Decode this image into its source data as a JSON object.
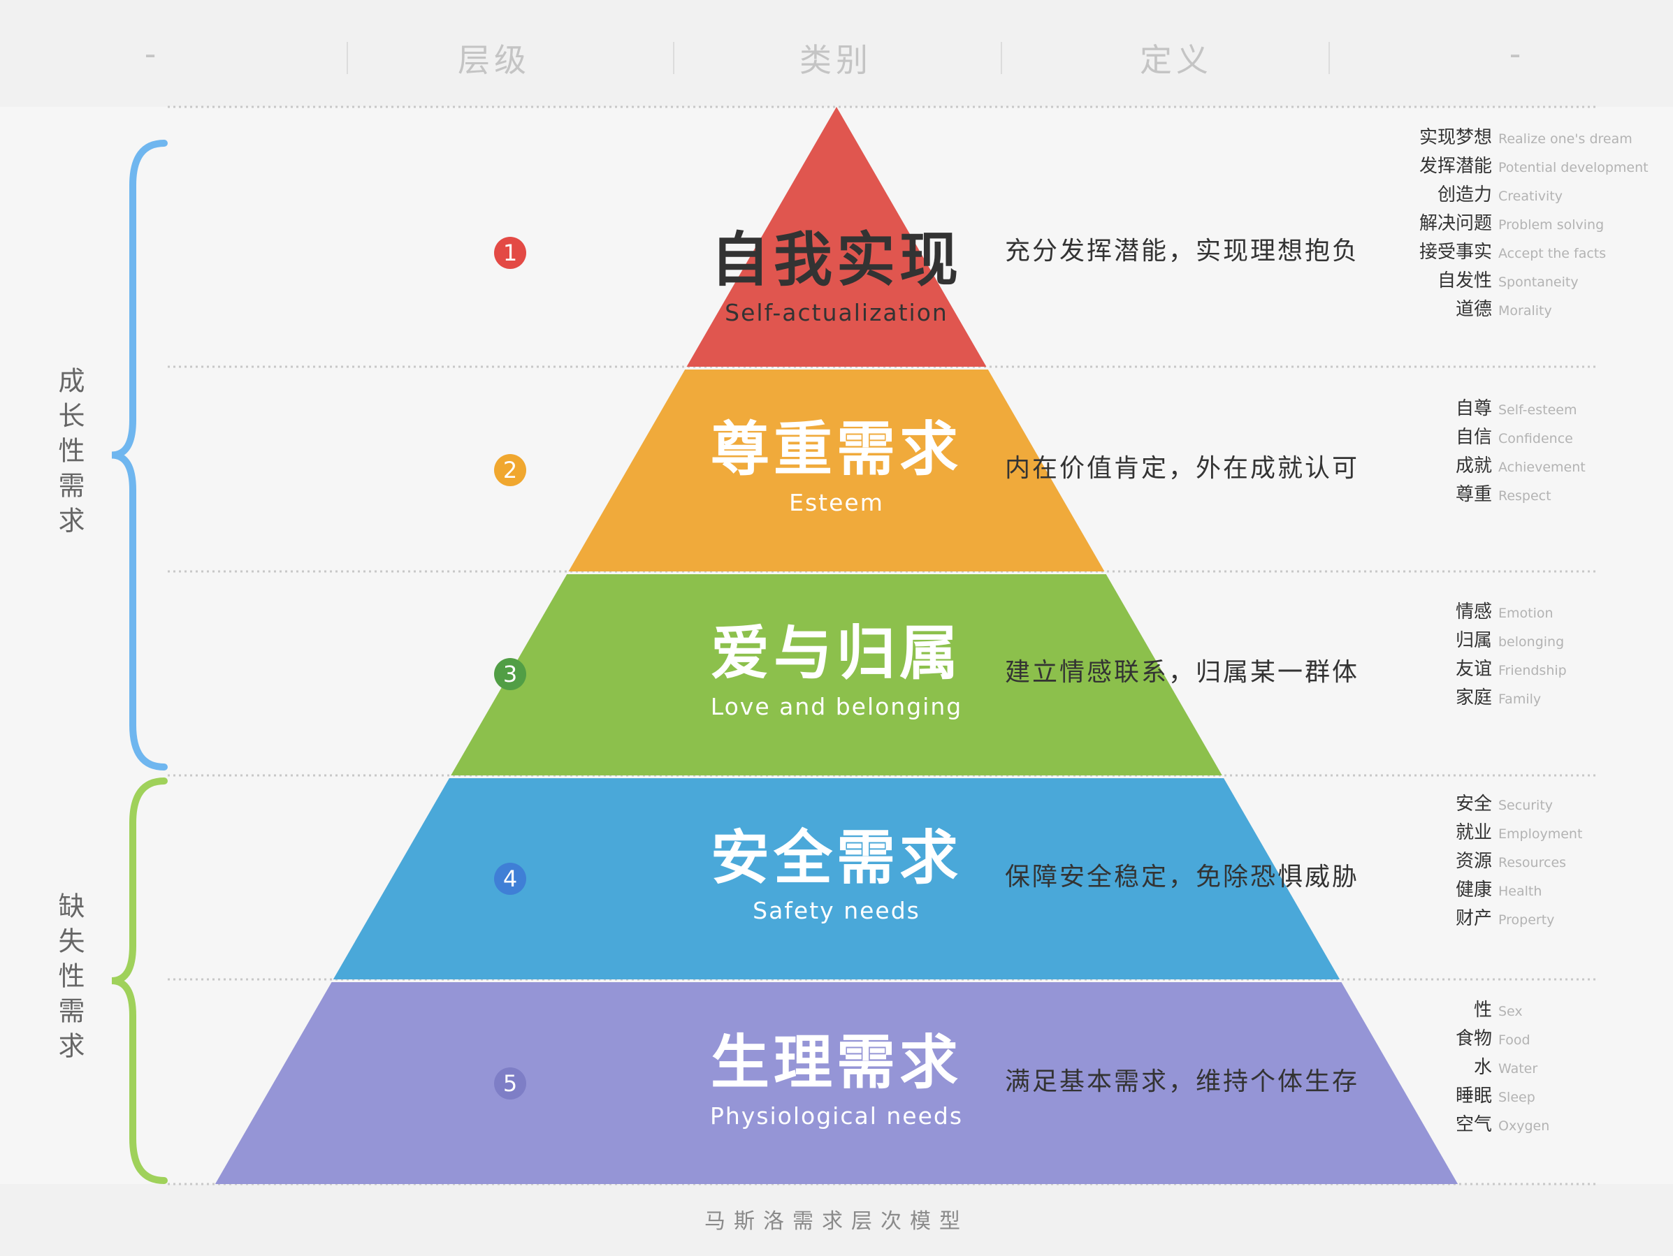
{
  "header": {
    "columns": [
      "-",
      "层级",
      "类别",
      "定义",
      "-"
    ]
  },
  "side_labels": {
    "growth": "成长性需求",
    "deficiency": "缺失性需求",
    "growth_color": "#6fb6ef",
    "deficiency_color": "#9fd15a"
  },
  "levels": [
    {
      "number": "1",
      "title": "自我实现",
      "english": "Self-actualization",
      "definition": "充分发挥潜能，实现理想抱负",
      "color": "#e0564f",
      "number_color": "#e34a45",
      "title_color": "#333333",
      "english_color": "#333333",
      "items": [
        {
          "zh": "实现梦想",
          "en": "Realize one's dream"
        },
        {
          "zh": "发挥潜能",
          "en": "Potential development"
        },
        {
          "zh": "创造力",
          "en": "Creativity"
        },
        {
          "zh": "解决问题",
          "en": "Problem solving"
        },
        {
          "zh": "接受事实",
          "en": "Accept the facts"
        },
        {
          "zh": "自发性",
          "en": "Spontaneity"
        },
        {
          "zh": "道德",
          "en": "Morality"
        }
      ]
    },
    {
      "number": "2",
      "title": "尊重需求",
      "english": "Esteem",
      "definition": "内在价值肯定，外在成就认可",
      "color": "#f0aa3b",
      "number_color": "#f0a72f",
      "title_color": "#ffffff",
      "english_color": "#ffffff",
      "items": [
        {
          "zh": "自尊",
          "en": "Self-esteem"
        },
        {
          "zh": "自信",
          "en": "Confidence"
        },
        {
          "zh": "成就",
          "en": "Achievement"
        },
        {
          "zh": "尊重",
          "en": "Respect"
        }
      ]
    },
    {
      "number": "3",
      "title": "爱与归属",
      "english": "Love and belonging",
      "definition": "建立情感联系，归属某一群体",
      "color": "#8cc04c",
      "number_color": "#519e45",
      "title_color": "#ffffff",
      "english_color": "#ffffff",
      "items": [
        {
          "zh": "情感",
          "en": "Emotion"
        },
        {
          "zh": "归属",
          "en": "belonging"
        },
        {
          "zh": "友谊",
          "en": "Friendship"
        },
        {
          "zh": "家庭",
          "en": "Family"
        }
      ]
    },
    {
      "number": "4",
      "title": "安全需求",
      "english": "Safety needs",
      "definition": "保障安全稳定，免除恐惧威胁",
      "color": "#4aa8d9",
      "number_color": "#3f7fd6",
      "title_color": "#ffffff",
      "english_color": "#ffffff",
      "items": [
        {
          "zh": "安全",
          "en": "Security"
        },
        {
          "zh": "就业",
          "en": "Employment"
        },
        {
          "zh": "资源",
          "en": "Resources"
        },
        {
          "zh": "健康",
          "en": "Health"
        },
        {
          "zh": "财产",
          "en": "Property"
        }
      ]
    },
    {
      "number": "5",
      "title": "生理需求",
      "english": "Physiological needs",
      "definition": "满足基本需求，维持个体生存",
      "color": "#9595d6",
      "number_color": "#7e7ec6",
      "title_color": "#ffffff",
      "english_color": "#ffffff",
      "items": [
        {
          "zh": "性",
          "en": "Sex"
        },
        {
          "zh": "食物",
          "en": "Food"
        },
        {
          "zh": "水",
          "en": "Water"
        },
        {
          "zh": "睡眠",
          "en": "Sleep"
        },
        {
          "zh": "空气",
          "en": "Oxygen"
        }
      ]
    }
  ],
  "footer": {
    "title": "马斯洛需求层次模型"
  }
}
